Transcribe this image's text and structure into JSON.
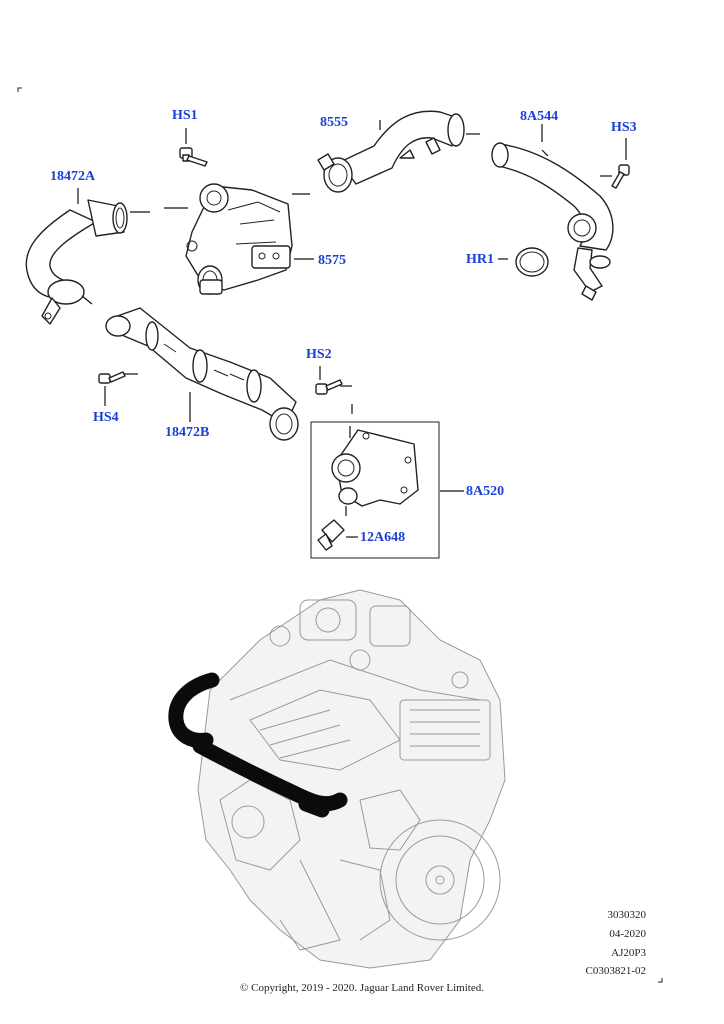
{
  "labels": {
    "hs1": "HS1",
    "p8555": "8555",
    "p8a544": "8A544",
    "hs3": "HS3",
    "p18472a": "18472A",
    "p8575": "8575",
    "hr1": "HR1",
    "hs2": "HS2",
    "hs4": "HS4",
    "p18472b": "18472B",
    "p8a520": "8A520",
    "p12a648": "12A648"
  },
  "footer": {
    "ref1": "3030320",
    "ref2": "04-2020",
    "ref3": "AJ20P3",
    "ref4": "C0303821-02",
    "copyright": "© Copyright, 2019 - 2020. Jaguar Land Rover Limited."
  },
  "colors": {
    "callout": "#1a3fd6",
    "line": "#222222",
    "engine_ghost": "#9a9a9a",
    "highlight_hose": "#0b0b0b"
  }
}
